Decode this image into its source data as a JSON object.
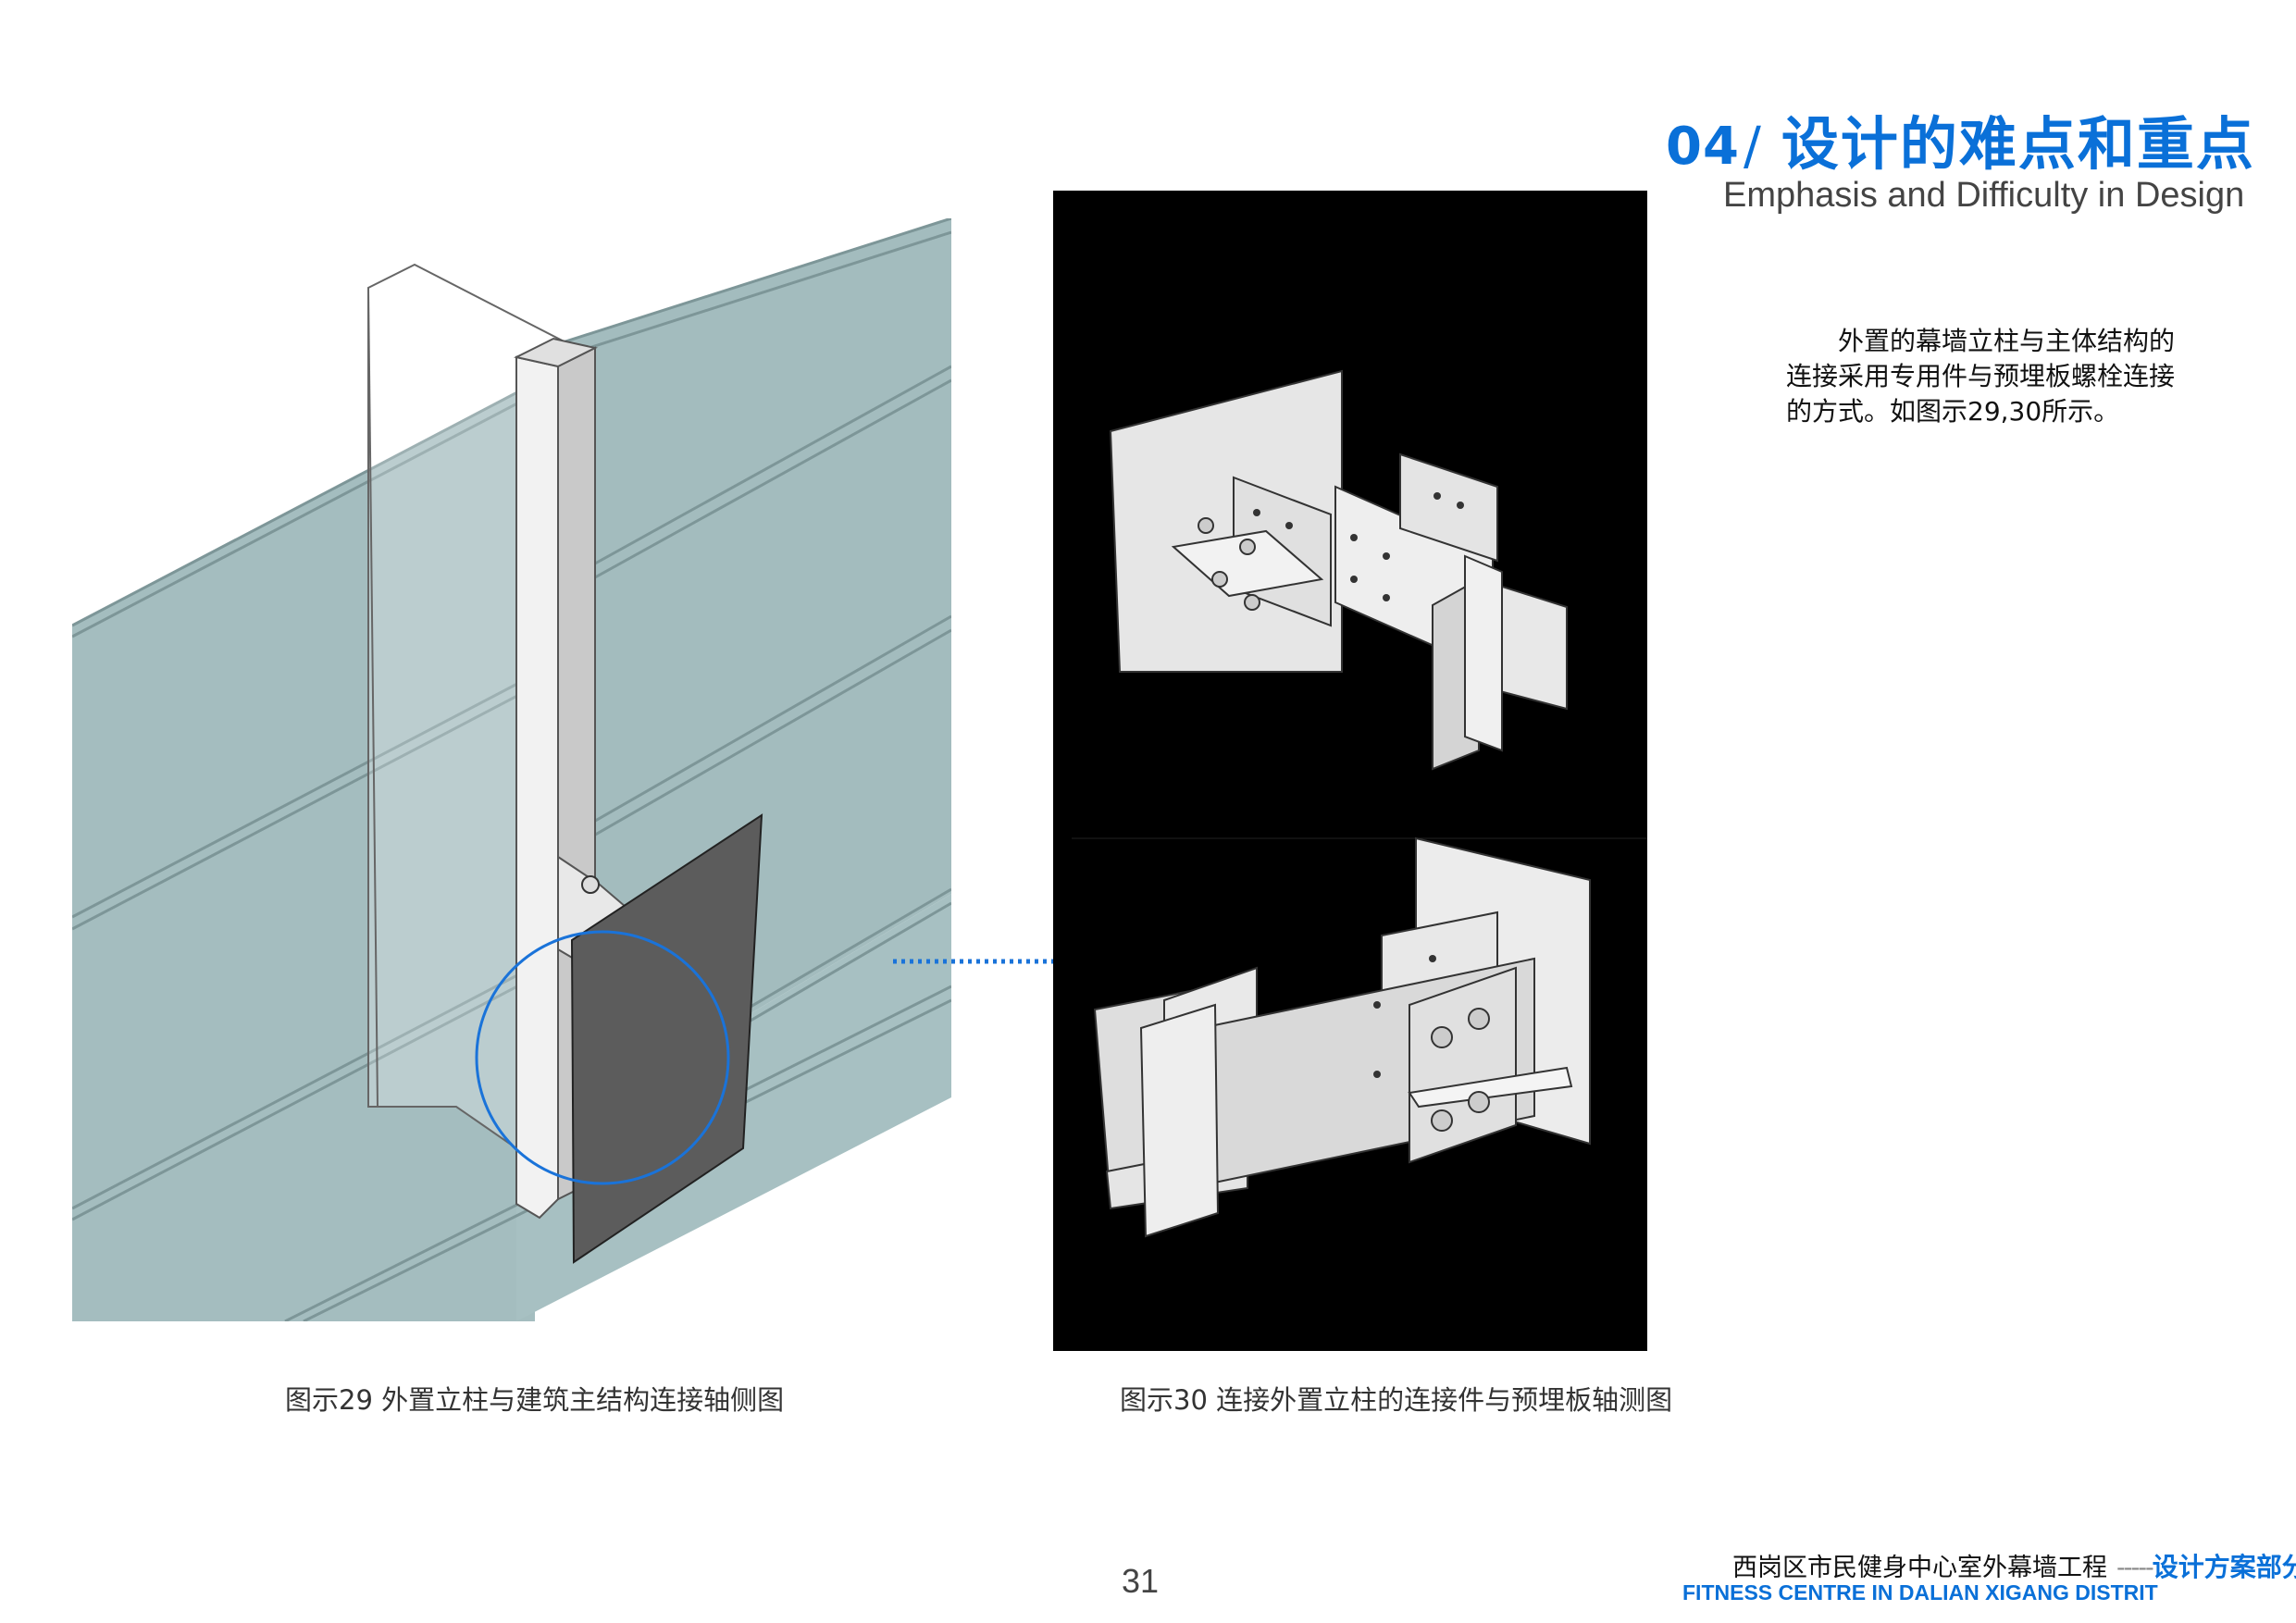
{
  "header": {
    "number": "04",
    "slash": "/",
    "title": "设计的难点和重点",
    "subtitle": "Emphasis and Difficulty in Design"
  },
  "description": "外置的幕墙立柱与主体结构的连接采用专用件与预埋板螺栓连接的方式。如图示29,30所示。",
  "figures": [
    {
      "caption": "图示29 外置立柱与建筑主结构连接轴侧图"
    },
    {
      "caption": "图示30 连接外置立柱的连接件与预埋板轴测图"
    }
  ],
  "footer": {
    "page_number": "31",
    "project_cn": "西岗区市民健身中心室外幕墙工程",
    "dash": "-----",
    "tag": "设计方案部分",
    "project_en": "FITNESS CENTRE IN DALIAN XIGANG DISTRIT"
  },
  "colors": {
    "accent": "#0a70d8",
    "glass": "#a3bdbf",
    "steel_dark": "#5c5c5c",
    "plate_light": "#e6e6e6"
  }
}
